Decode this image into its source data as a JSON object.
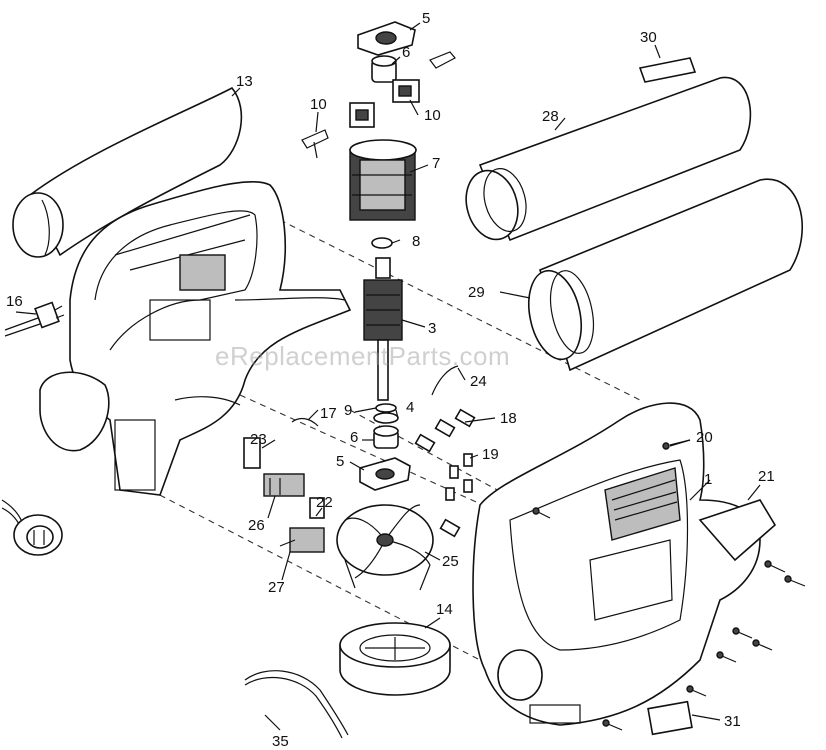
{
  "watermark": "eReplacementParts.com",
  "callouts": {
    "c1": "1",
    "c3": "3",
    "c4": "4",
    "c5a": "5",
    "c5b": "5",
    "c6a": "6",
    "c6b": "6",
    "c7": "7",
    "c8": "8",
    "c9": "9",
    "c10a": "10",
    "c10b": "10",
    "c13": "13",
    "c14": "14",
    "c16": "16",
    "c17": "17",
    "c18": "18",
    "c19": "19",
    "c20": "20",
    "c21": "21",
    "c22": "22",
    "c23": "23",
    "c24": "24",
    "c25": "25",
    "c26": "26",
    "c27": "27",
    "c28": "28",
    "c29": "29",
    "c30": "30",
    "c31": "31",
    "c35": "35"
  }
}
